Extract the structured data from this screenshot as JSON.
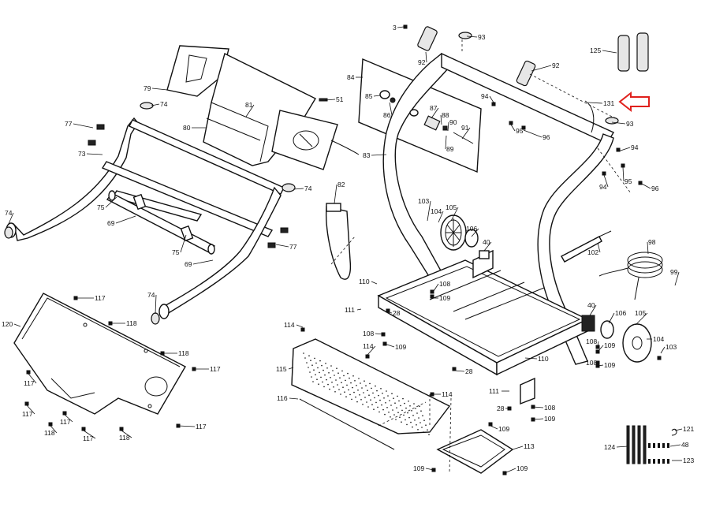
{
  "callouts": [
    {
      "id": "c3",
      "text": "3"
    },
    {
      "id": "c93a",
      "text": "93"
    },
    {
      "id": "c92a",
      "text": "92"
    },
    {
      "id": "c92b",
      "text": "92"
    },
    {
      "id": "c125",
      "text": "125"
    },
    {
      "id": "c84",
      "text": "84"
    },
    {
      "id": "c85",
      "text": "85"
    },
    {
      "id": "c86",
      "text": "86"
    },
    {
      "id": "c87",
      "text": "87"
    },
    {
      "id": "c88",
      "text": "88"
    },
    {
      "id": "c90",
      "text": "90"
    },
    {
      "id": "c91",
      "text": "91"
    },
    {
      "id": "c89",
      "text": "89"
    },
    {
      "id": "c94a",
      "text": "94"
    },
    {
      "id": "c95a",
      "text": "95"
    },
    {
      "id": "c96a",
      "text": "96"
    },
    {
      "id": "c131",
      "text": "131"
    },
    {
      "id": "c93b",
      "text": "93"
    },
    {
      "id": "c94b",
      "text": "94"
    },
    {
      "id": "c94c",
      "text": "94"
    },
    {
      "id": "c95b",
      "text": "95"
    },
    {
      "id": "c96b",
      "text": "96"
    },
    {
      "id": "c83",
      "text": "83"
    },
    {
      "id": "c79",
      "text": "79"
    },
    {
      "id": "c74a",
      "text": "74"
    },
    {
      "id": "c81",
      "text": "81"
    },
    {
      "id": "c51",
      "text": "51"
    },
    {
      "id": "c80",
      "text": "80"
    },
    {
      "id": "c77a",
      "text": "77"
    },
    {
      "id": "c73",
      "text": "73"
    },
    {
      "id": "c82",
      "text": "82"
    },
    {
      "id": "c74b",
      "text": "74"
    },
    {
      "id": "c74c",
      "text": "74"
    },
    {
      "id": "c75a",
      "text": "75"
    },
    {
      "id": "c69a",
      "text": "69"
    },
    {
      "id": "c77b",
      "text": "77"
    },
    {
      "id": "c75b",
      "text": "75"
    },
    {
      "id": "c69b",
      "text": "69"
    },
    {
      "id": "c74d",
      "text": "74"
    },
    {
      "id": "c103a",
      "text": "103"
    },
    {
      "id": "c104a",
      "text": "104"
    },
    {
      "id": "c105a",
      "text": "105"
    },
    {
      "id": "c106a",
      "text": "106"
    },
    {
      "id": "c40a",
      "text": "40"
    },
    {
      "id": "c102",
      "text": "102"
    },
    {
      "id": "c98",
      "text": "98"
    },
    {
      "id": "c99",
      "text": "99"
    },
    {
      "id": "c110a",
      "text": "110"
    },
    {
      "id": "c108a",
      "text": "108"
    },
    {
      "id": "c109a",
      "text": "109"
    },
    {
      "id": "c111a",
      "text": "111"
    },
    {
      "id": "c28a",
      "text": "28"
    },
    {
      "id": "c40b",
      "text": "40"
    },
    {
      "id": "c106b",
      "text": "106"
    },
    {
      "id": "c105b",
      "text": "105"
    },
    {
      "id": "c104b",
      "text": "104"
    },
    {
      "id": "c103b",
      "text": "103"
    },
    {
      "id": "c117a",
      "text": "117"
    },
    {
      "id": "c120",
      "text": "120"
    },
    {
      "id": "c118a",
      "text": "118"
    },
    {
      "id": "c114a",
      "text": "114"
    },
    {
      "id": "c108b",
      "text": "108"
    },
    {
      "id": "c109b",
      "text": "109"
    },
    {
      "id": "c108c",
      "text": "108"
    },
    {
      "id": "c109c",
      "text": "109"
    },
    {
      "id": "c110b",
      "text": "110"
    },
    {
      "id": "c114b",
      "text": "114"
    },
    {
      "id": "c118b",
      "text": "118"
    },
    {
      "id": "c117b",
      "text": "117"
    },
    {
      "id": "c115",
      "text": "115"
    },
    {
      "id": "c28b",
      "text": "28"
    },
    {
      "id": "c108d",
      "text": "108"
    },
    {
      "id": "c109d",
      "text": "109"
    },
    {
      "id": "c117c",
      "text": "117"
    },
    {
      "id": "c114c",
      "text": "114"
    },
    {
      "id": "c111b",
      "text": "111"
    },
    {
      "id": "c116",
      "text": "116"
    },
    {
      "id": "c28c",
      "text": "28"
    },
    {
      "id": "c108e",
      "text": "108"
    },
    {
      "id": "c109e",
      "text": "109"
    },
    {
      "id": "c117d",
      "text": "117"
    },
    {
      "id": "c117e",
      "text": "117"
    },
    {
      "id": "c109f",
      "text": "109"
    },
    {
      "id": "c118c",
      "text": "118"
    },
    {
      "id": "c117f",
      "text": "117"
    },
    {
      "id": "c118d",
      "text": "118"
    },
    {
      "id": "c117g",
      "text": "117"
    },
    {
      "id": "c121",
      "text": "121"
    },
    {
      "id": "c48",
      "text": "48"
    },
    {
      "id": "c124",
      "text": "124"
    },
    {
      "id": "c113",
      "text": "113"
    },
    {
      "id": "c123",
      "text": "123"
    },
    {
      "id": "c109g",
      "text": "109"
    },
    {
      "id": "c109h",
      "text": "109"
    }
  ],
  "highlight_arrow": {
    "color": "#e0201c",
    "points_to": "131"
  }
}
